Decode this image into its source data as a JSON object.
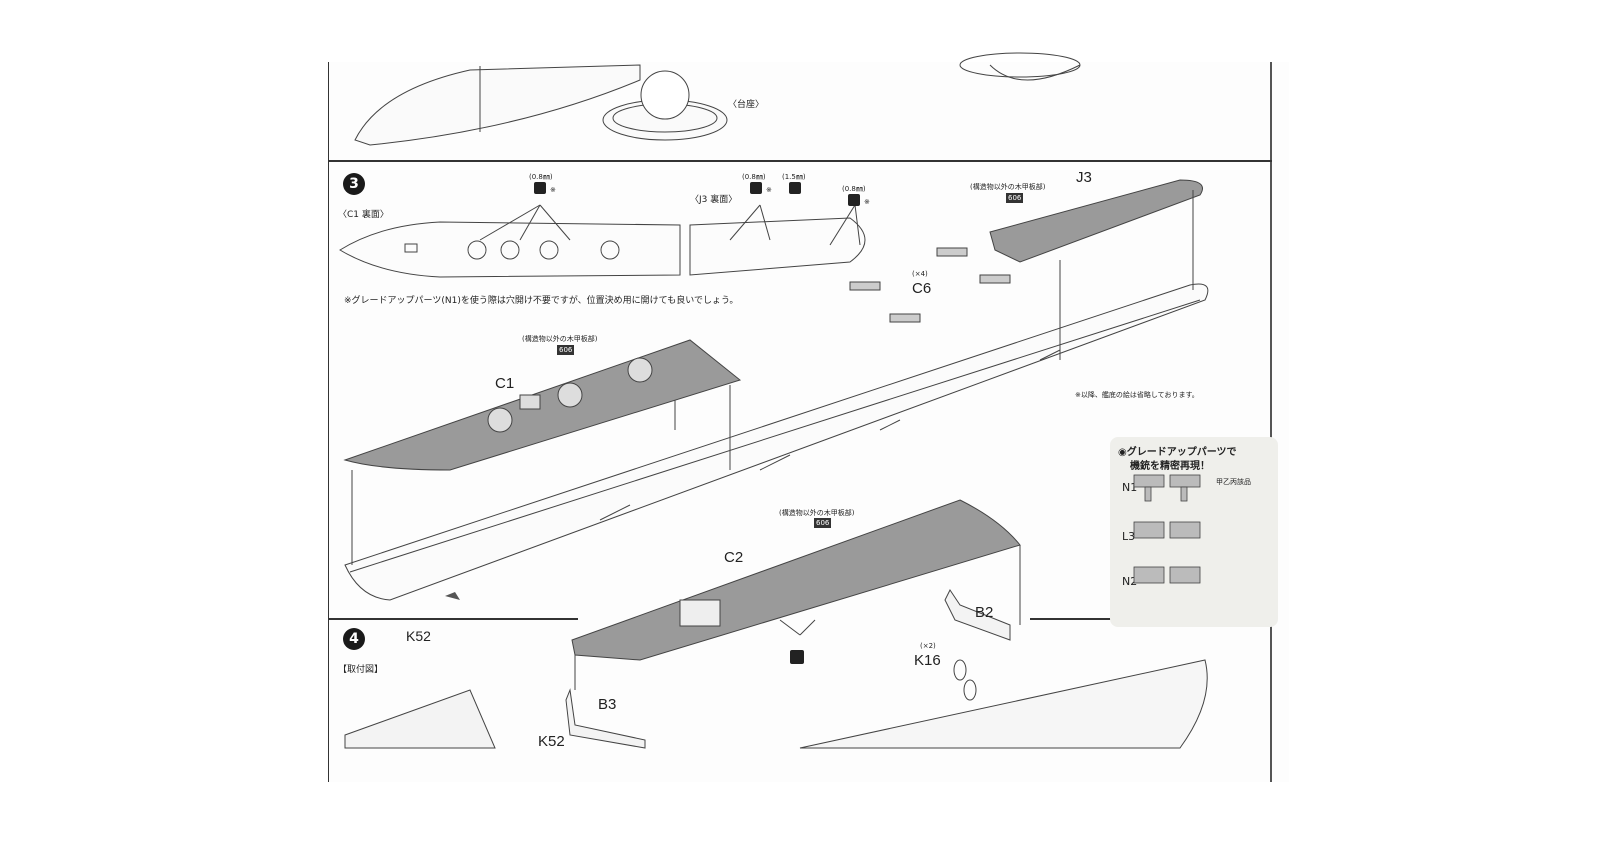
{
  "step_numbers": [
    "3",
    "4"
  ],
  "top": {
    "base_label": "〈台座〉"
  },
  "step3": {
    "c1_reverse_label": "〈C1 裏面〉",
    "j3_reverse_label": "〈J3 裏面〉",
    "drill_a": "(0.8㎜)",
    "drill_b": "(0.8㎜)",
    "drill_c": "(1.5㎜)",
    "drill_d": "(0.8㎜)",
    "asterisk": "※",
    "note_upgrade": "※グレードアップパーツ(N1)を使う際は穴開け不要ですが、位置決め用に開けても良いでしょう。",
    "wood_deck_note": "(構造物以外の木甲板部)",
    "paint_code": "606",
    "j3_label": "J3",
    "c1_label": "C1",
    "c6_label": "C6",
    "c6_qty": "(×4)",
    "c2_label": "C2",
    "b2_label": "B2",
    "b3_label": "B3",
    "k16_label": "K16",
    "k16_qty": "(×2)",
    "k52_label": "K52",
    "omit_note": "※以降、艦底の絵は省略しております。"
  },
  "tipbox": {
    "title_line1": "◉グレードアップパーツで",
    "title_line2": "機銃を精密再現！",
    "legend": "甲乙丙該品",
    "rows": [
      "N1",
      "L3",
      "N2"
    ]
  },
  "step4": {
    "k52_label": "K52",
    "attached_view": "【取付図】"
  }
}
